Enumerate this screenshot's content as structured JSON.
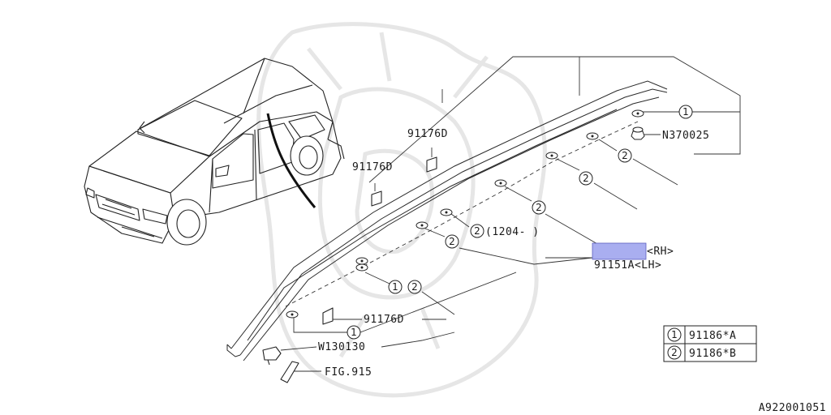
{
  "diagram_code": "A922001051",
  "callouts": {
    "c1": "1",
    "c2": "2"
  },
  "labels": {
    "nut": "N370025",
    "bracket_upper": "91176D",
    "bracket_left": "91176D",
    "bracket_lower": "91176D",
    "date_note": "(1204-   )",
    "rail_rh": "<RH>",
    "rail_lh": "91151A<LH>",
    "clip": "W130130",
    "fig_ref": "FIG.915"
  },
  "legend": [
    {
      "key": "1",
      "part": "91186*A"
    },
    {
      "key": "2",
      "part": "91186*B"
    }
  ],
  "highlight_color": "#a9aef0"
}
